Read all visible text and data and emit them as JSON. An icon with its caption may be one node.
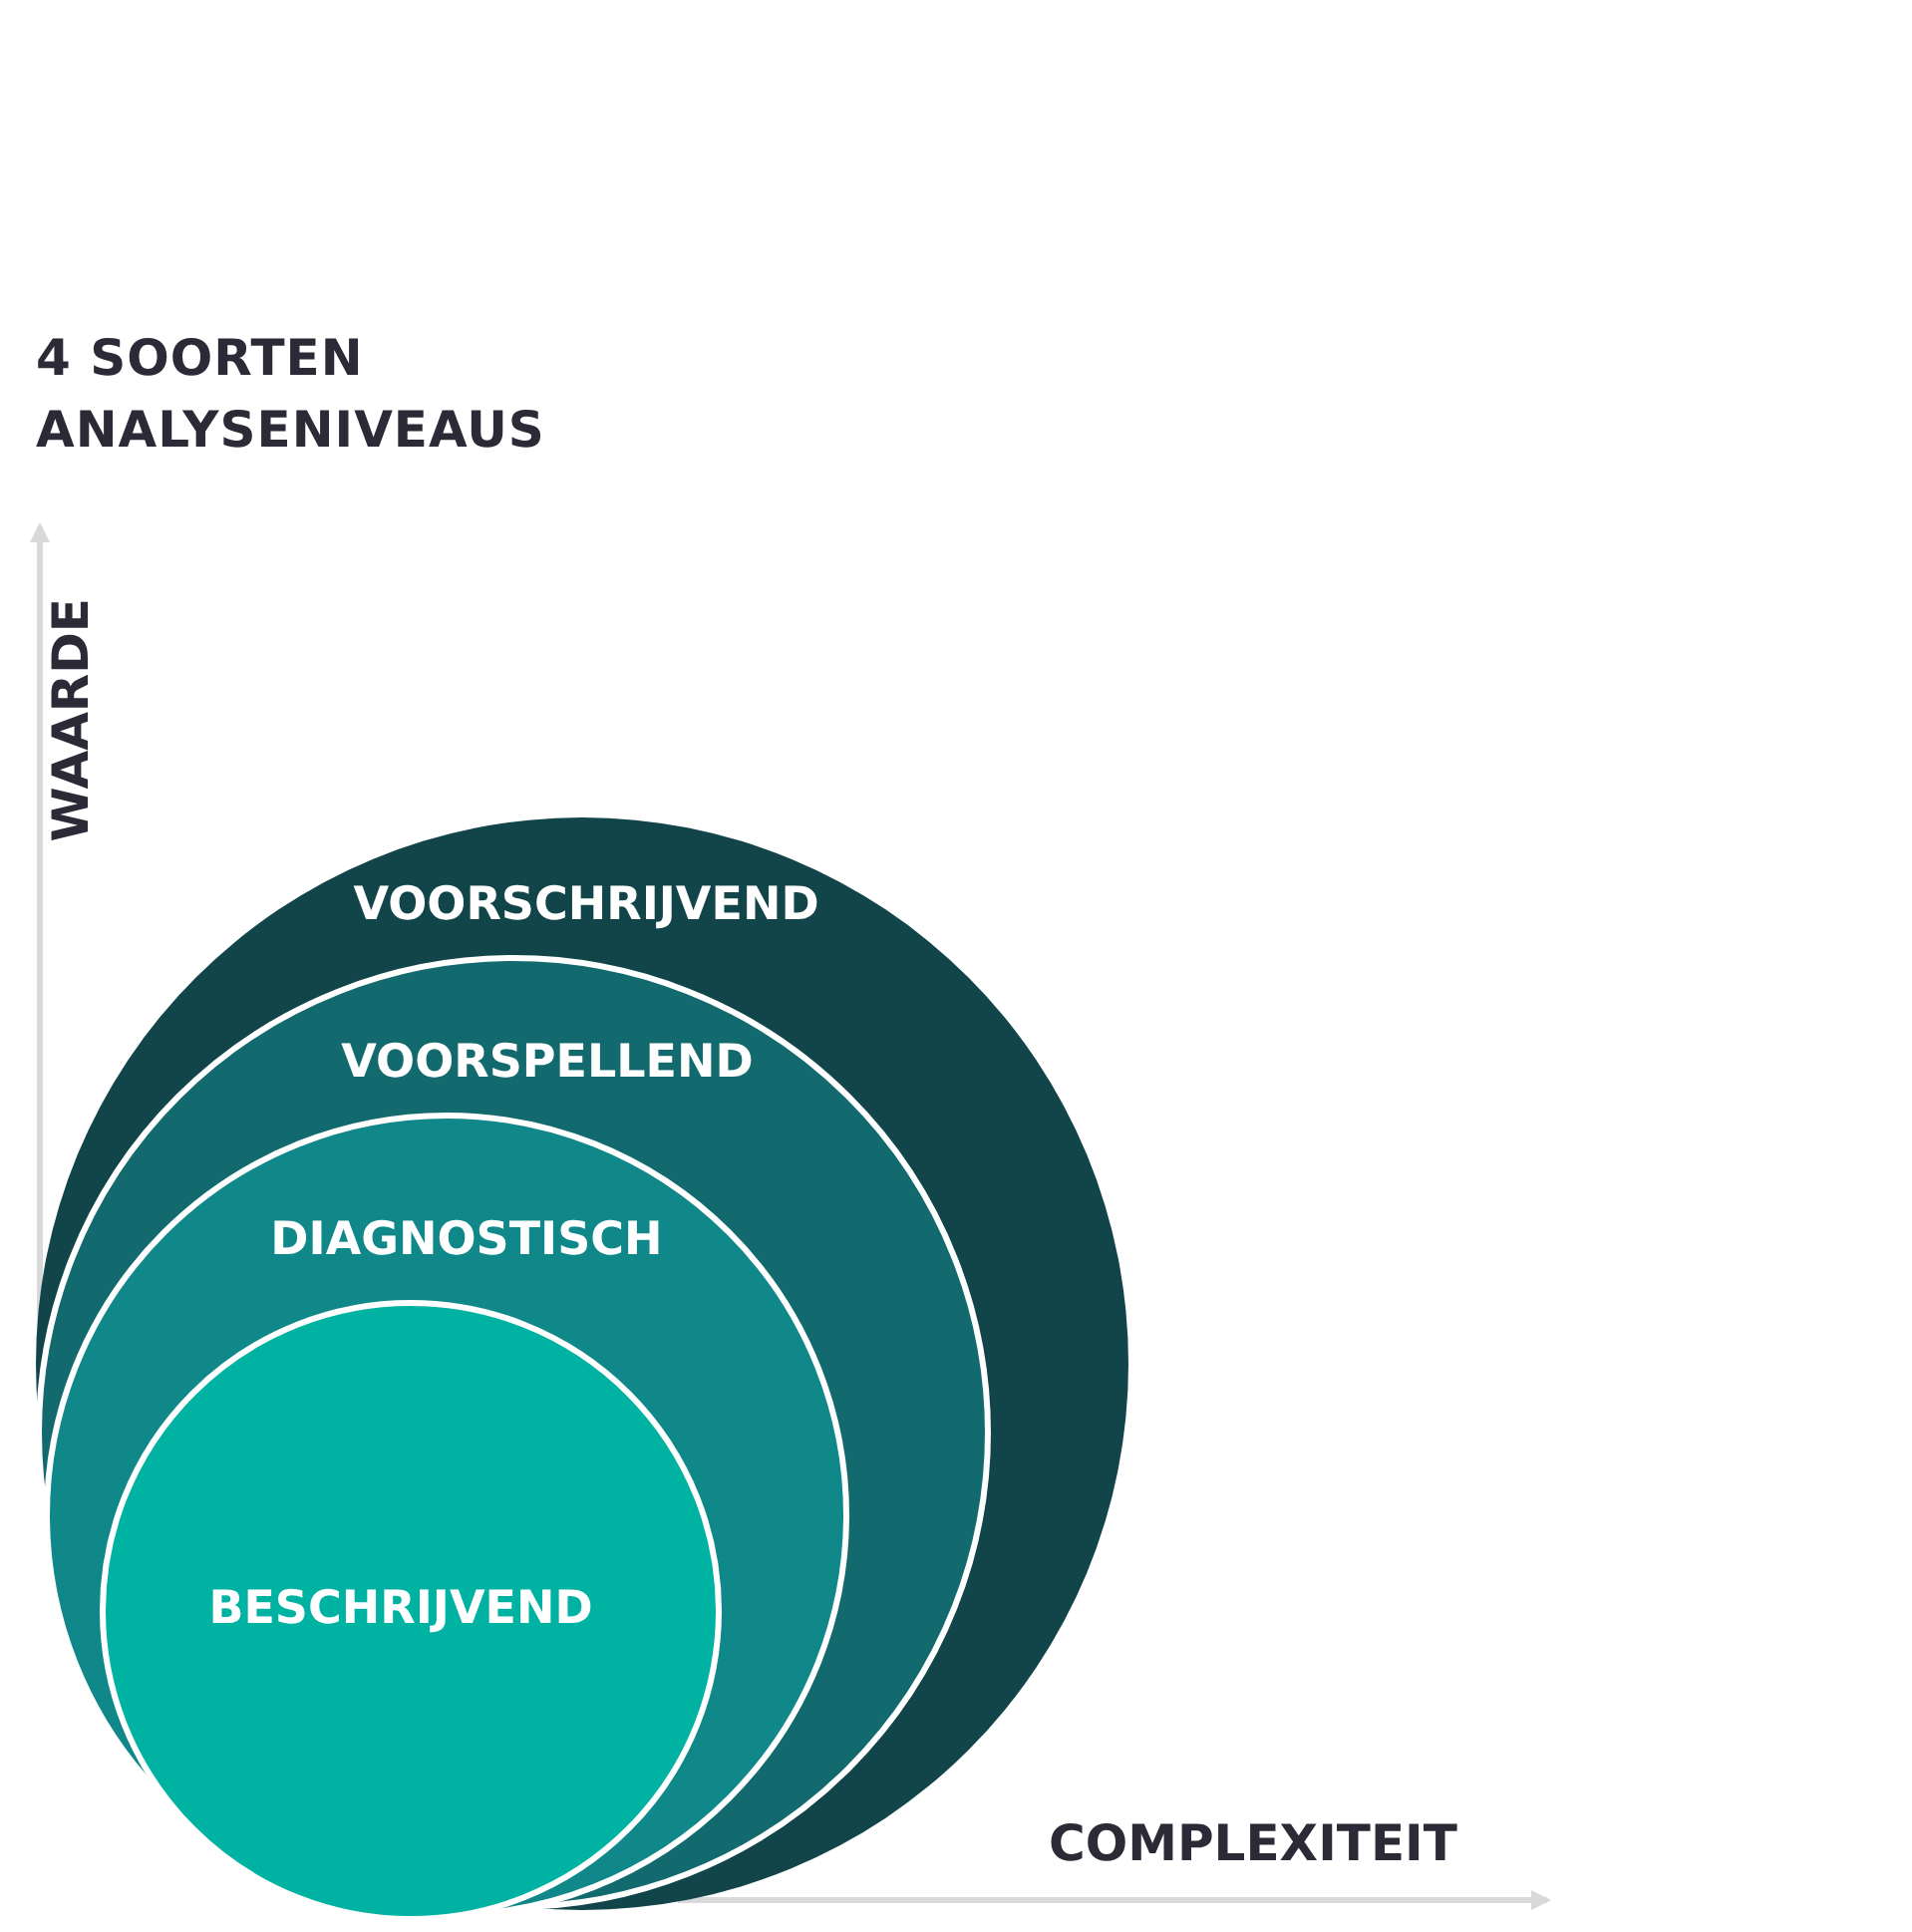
{
  "diagram": {
    "title": "4 SOORTEN ANALYSENIVEAUS",
    "nodes": [
      {
        "text": [
          "VOORSCHRIJVEND"
        ]
      },
      {
        "text": [
          "VOORSPELLEND"
        ],
        "in": 0
      },
      {
        "text": [
          "DIAGNOSTISCH"
        ],
        "in": 1
      },
      {
        "text": [
          "BESCHRIJVEND"
        ],
        "in": 2
      }
    ],
    "edges": [],
    "labels": [
      "WAARDE",
      "COMPLEXITEIT"
    ]
  }
}
